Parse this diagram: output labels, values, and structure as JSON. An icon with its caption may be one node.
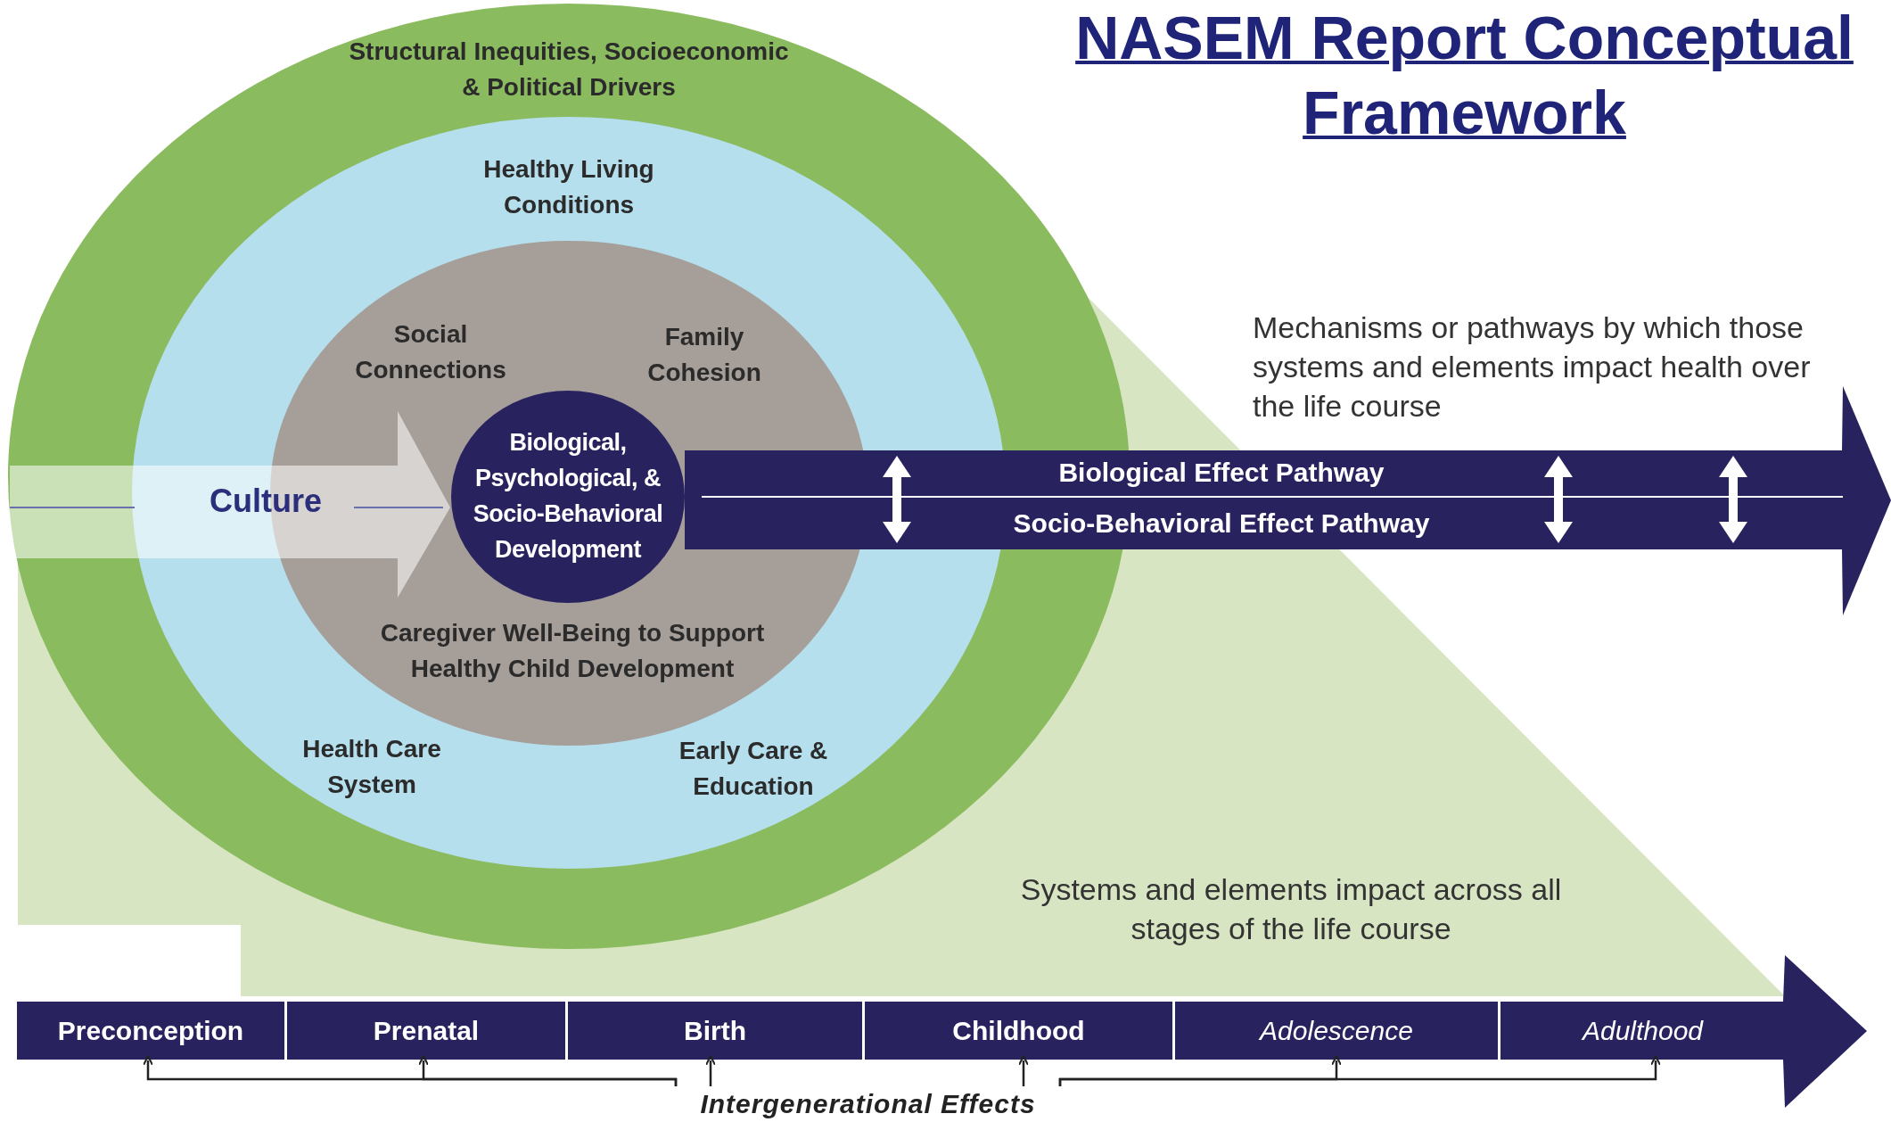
{
  "diagram": {
    "title": "NASEM Report Conceptual Framework",
    "nodes": [
      {
        "text": [
          "Structural Inequities, Socioeconomic & Political Drivers"
        ]
      },
      {
        "text": [
          "Healthy Living Conditions",
          "Health Care System",
          "Early Care & Education"
        ],
        "in": 0
      },
      {
        "text": [
          "Social Connections",
          "Family Cohesion",
          "Caregiver Well-Being to Support Healthy Child Development"
        ],
        "in": 1
      },
      {
        "text": [
          "Biological, Psychological, & Socio-Behavioral Development"
        ],
        "in": 2
      },
      {
        "text": [
          "Culture"
        ],
        "in": 0
      },
      {
        "text": [
          "Biological Effect Pathway",
          "Socio-Behavioral Effect Pathway"
        ]
      },
      {
        "text": [
          "Preconception"
        ]
      },
      {
        "text": [
          "Prenatal"
        ]
      },
      {
        "text": [
          "Birth"
        ]
      },
      {
        "text": [
          "Childhood"
        ]
      },
      {
        "text": [
          "Adolescence"
        ]
      },
      {
        "text": [
          "Adulthood"
        ]
      },
      {
        "text": [
          "Intergenerational Effects"
        ]
      }
    ],
    "edges": [
      {
        "from": 12,
        "to": 6,
        "arrow": "to"
      },
      {
        "from": 12,
        "to": 7,
        "arrow": "to"
      },
      {
        "from": 12,
        "to": 8,
        "arrow": "to"
      },
      {
        "from": 12,
        "to": 9,
        "arrow": "to"
      },
      {
        "from": 12,
        "to": 10,
        "arrow": "to"
      },
      {
        "from": 12,
        "to": 11,
        "arrow": "to"
      }
    ],
    "labels": [
      "Mechanisms or pathways by which those systems and elements impact health over the life course",
      "Systems and elements impact across all stages of the life course"
    ]
  }
}
